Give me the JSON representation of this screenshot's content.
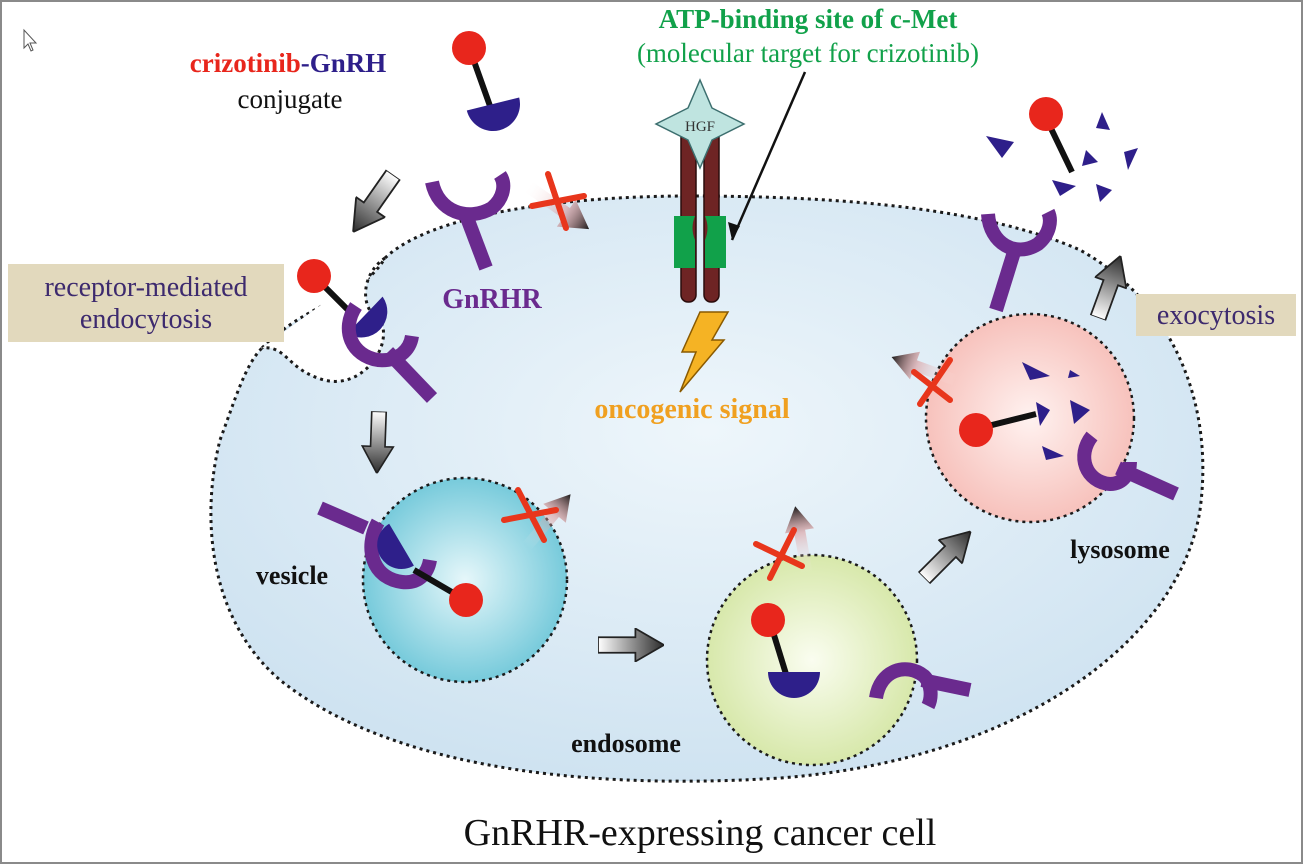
{
  "title_drug": "crizotinib",
  "title_dash": "-",
  "title_peptide": "GnRH",
  "conjugate_label": "conjugate",
  "atp_title": "ATP-binding site of c-Met",
  "atp_subtitle": "(molecular target for crizotinib)",
  "hgf_label": "HGF",
  "receptor_label": "GnRHR",
  "endocytosis_line1": "receptor-mediated",
  "endocytosis_line2": "endocytosis",
  "oncogenic_label": "oncogenic signal",
  "exocytosis_label": "exocytosis",
  "vesicle_label": "vesicle",
  "endosome_label": "endosome",
  "lysosome_label": "lysosome",
  "cell_caption": "GnRHR-expressing cancer cell",
  "colors": {
    "drug_red": "#e8261c",
    "peptide_navy": "#2e1f8a",
    "receptor_purple": "#6a2a8e",
    "met_brown": "#6e2424",
    "atp_green": "#11a14a",
    "oncogenic_orange": "#f0a020",
    "cell_blue": "#d6e8f4",
    "vesicle_cyan": "#9fd8e4",
    "endosome_green": "#e4efbc",
    "lysosome_pink": "#f9d4d0",
    "label_box": "#e2d9bd"
  }
}
